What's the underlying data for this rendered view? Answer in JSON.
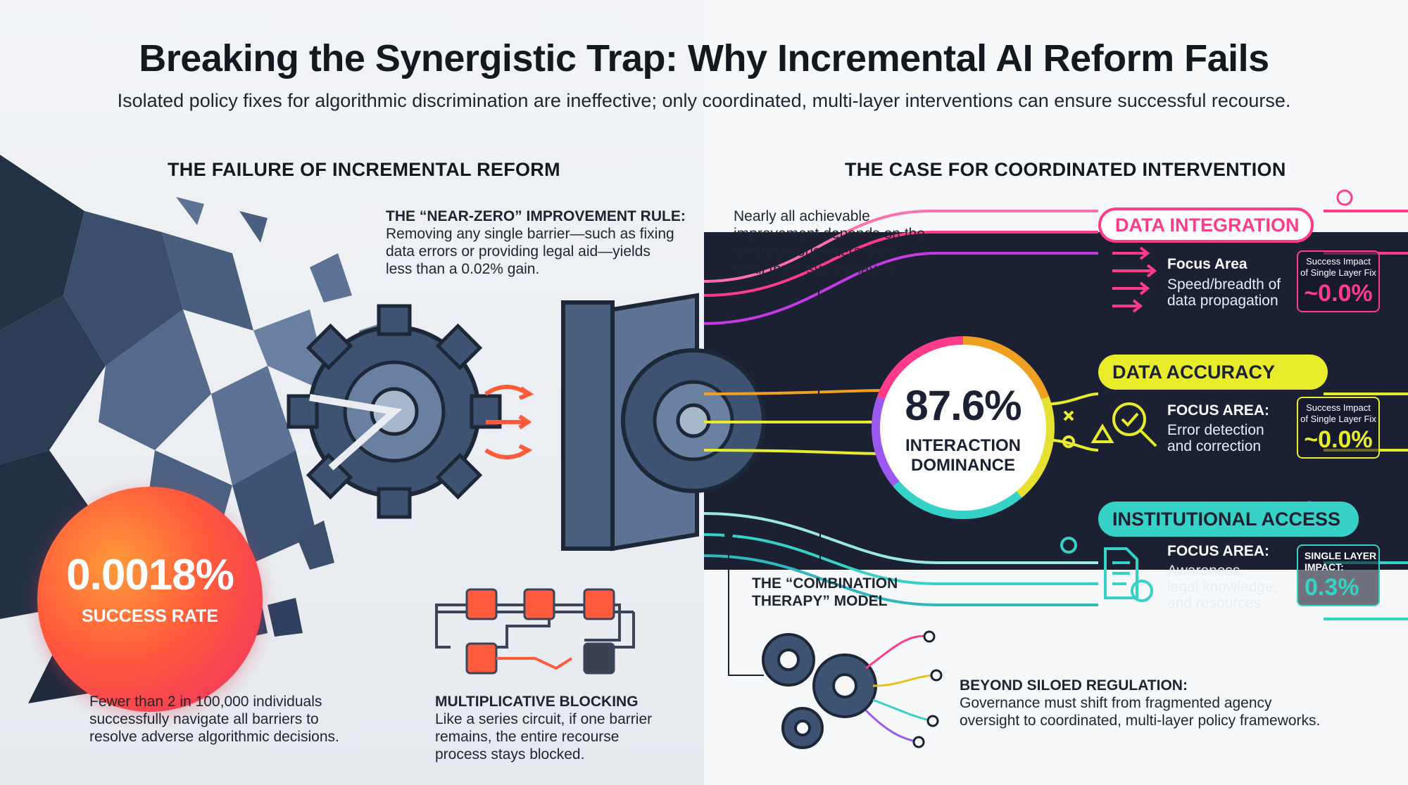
{
  "header": {
    "title": "Breaking the Synergistic Trap: Why Incremental AI Reform Fails",
    "subtitle": "Isolated policy fixes for algorithmic discrimination are ineffective; only coordinated, multi-layer interventions can ensure successful recourse."
  },
  "left": {
    "heading": "THE FAILURE OF INCREMENTAL REFORM",
    "near_zero": {
      "title": "THE “NEAR-ZERO” IMPROVEMENT RULE:",
      "lines": [
        "Removing any single barrier—such as fixing",
        "data errors or providing legal aid—yields",
        "less than a 0.02% gain."
      ]
    },
    "badge": {
      "value": "0.0018%",
      "label": "SUCCESS RATE"
    },
    "fewer": {
      "lines": [
        "Fewer than 2 in 100,000 individuals",
        "successfully navigate all barriers to",
        "resolve adverse algorithmic decisions."
      ]
    },
    "multiplicative": {
      "title": "MULTIPLICATIVE BLOCKING",
      "lines": [
        "Like a series circuit, if one barrier",
        "remains, the entire recourse",
        "process stays blocked."
      ]
    }
  },
  "right": {
    "heading": "THE CASE FOR COORDINATED INTERVENTION",
    "intro": {
      "lines": [
        "Nearly all achievable",
        "improvement depends on the",
        "simultaneous interaction",
        "of all three system layers."
      ]
    },
    "hub": {
      "value": "87.6%",
      "label_line1": "INTERACTION",
      "label_line2": "DOMINANCE"
    },
    "layers": {
      "data_integration": {
        "label": "DATA INTEGRATION",
        "focus_title": "Focus Area",
        "focus_lines": [
          "Speed/breadth of",
          "data propagation"
        ],
        "impact_label_1": "Success Impact",
        "impact_label_2": "of Single Layer Fix",
        "impact_value": "~0.0%",
        "color": "#ff3b8a"
      },
      "data_accuracy": {
        "label": "DATA ACCURACY",
        "focus_title": "FOCUS AREA:",
        "focus_lines": [
          "Error detection",
          "and correction"
        ],
        "impact_label_1": "Success Impact",
        "impact_label_2": "of Single Layer Fix",
        "impact_value": "~0.0%",
        "color": "#e8ec2a"
      },
      "institutional_access": {
        "label": "INSTITUTIONAL ACCESS",
        "focus_title": "FOCUS AREA:",
        "focus_lines": [
          "Awareness,",
          "legal knowledge,",
          "and resources"
        ],
        "impact_label_1": "SINGLE LAYER",
        "impact_label_2": "IMPACT:",
        "impact_value": "0.3%",
        "color": "#36d2c8"
      }
    },
    "combination": {
      "lines": [
        "THE “COMBINATION",
        "THERAPY” MODEL"
      ]
    },
    "beyond": {
      "title": "BEYOND SILOED REGULATION:",
      "lines": [
        "Governance must shift from fragmented agency",
        "oversight to coordinated, multi-layer policy frameworks."
      ]
    }
  },
  "colors": {
    "pink": "#ff3b8a",
    "yellow": "#e8ec2a",
    "teal": "#36d2c8",
    "orange": "#ff5a3c",
    "navy": "#1b2033"
  }
}
